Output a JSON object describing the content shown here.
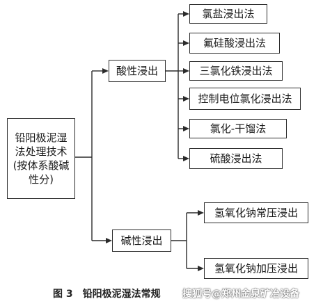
{
  "diagram": {
    "root": "铅阳极泥湿法处理技术(按体系酸碱性分)",
    "acid": {
      "label": "酸性浸出",
      "children": [
        "氯盐浸出法",
        "氟硅酸浸出法",
        "三氯化铁浸出法",
        "控制电位氯化浸出法",
        "氯化-干馏法",
        "硫酸浸出法"
      ]
    },
    "alkali": {
      "label": "碱性浸出",
      "children": [
        "氢氧化钠常压浸出",
        "氢氧化钠加压浸出"
      ]
    }
  },
  "caption": {
    "number": "图 3",
    "text": "铅阳极泥湿法常规"
  },
  "watermark": "搜狐号@郑州金泉矿冶设备",
  "colors": {
    "line": "#2b2b2b",
    "text": "#1a1a1a"
  }
}
